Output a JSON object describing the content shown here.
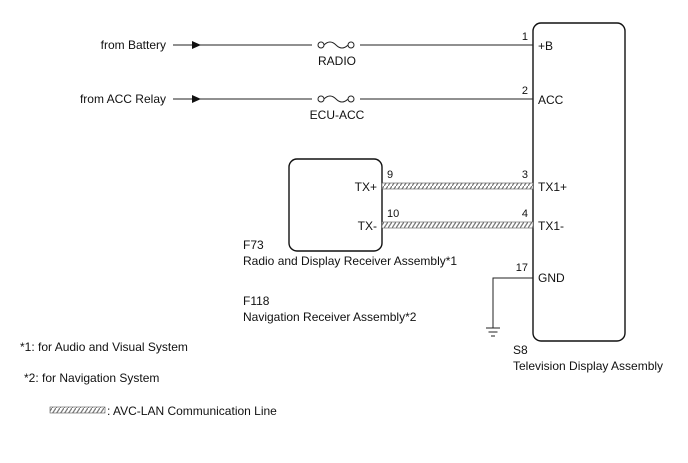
{
  "colors": {
    "line": "#222222",
    "twisted": "#8a8a8a",
    "box": "#111111"
  },
  "sources": {
    "battery": "from Battery",
    "acc_relay": "from ACC Relay"
  },
  "fuses": {
    "radio": "RADIO",
    "ecu_acc": "ECU-ACC"
  },
  "tv_display": {
    "code": "S8",
    "name": "Television Display Assembly",
    "pins": [
      {
        "num": "1",
        "name": "+B"
      },
      {
        "num": "2",
        "name": "ACC"
      },
      {
        "num": "3",
        "name": "TX1+"
      },
      {
        "num": "4",
        "name": "TX1-"
      },
      {
        "num": "17",
        "name": "GND"
      }
    ]
  },
  "receiver": {
    "pins": [
      {
        "num": "9",
        "name": "TX+"
      },
      {
        "num": "10",
        "name": "TX-"
      }
    ],
    "label1_code": "F73",
    "label1_name": "Radio and Display Receiver Assembly*1",
    "label2_code": "F118",
    "label2_name": "Navigation Receiver Assembly*2"
  },
  "notes": {
    "note1": "*1: for Audio and Visual System",
    "note2": "*2: for Navigation System"
  },
  "legend": {
    "avc_lan": ": AVC-LAN Communication Line"
  },
  "icons": {
    "ground": "ground-icon",
    "fuse": "fuse-icon",
    "arrow": "arrow-right-icon"
  }
}
